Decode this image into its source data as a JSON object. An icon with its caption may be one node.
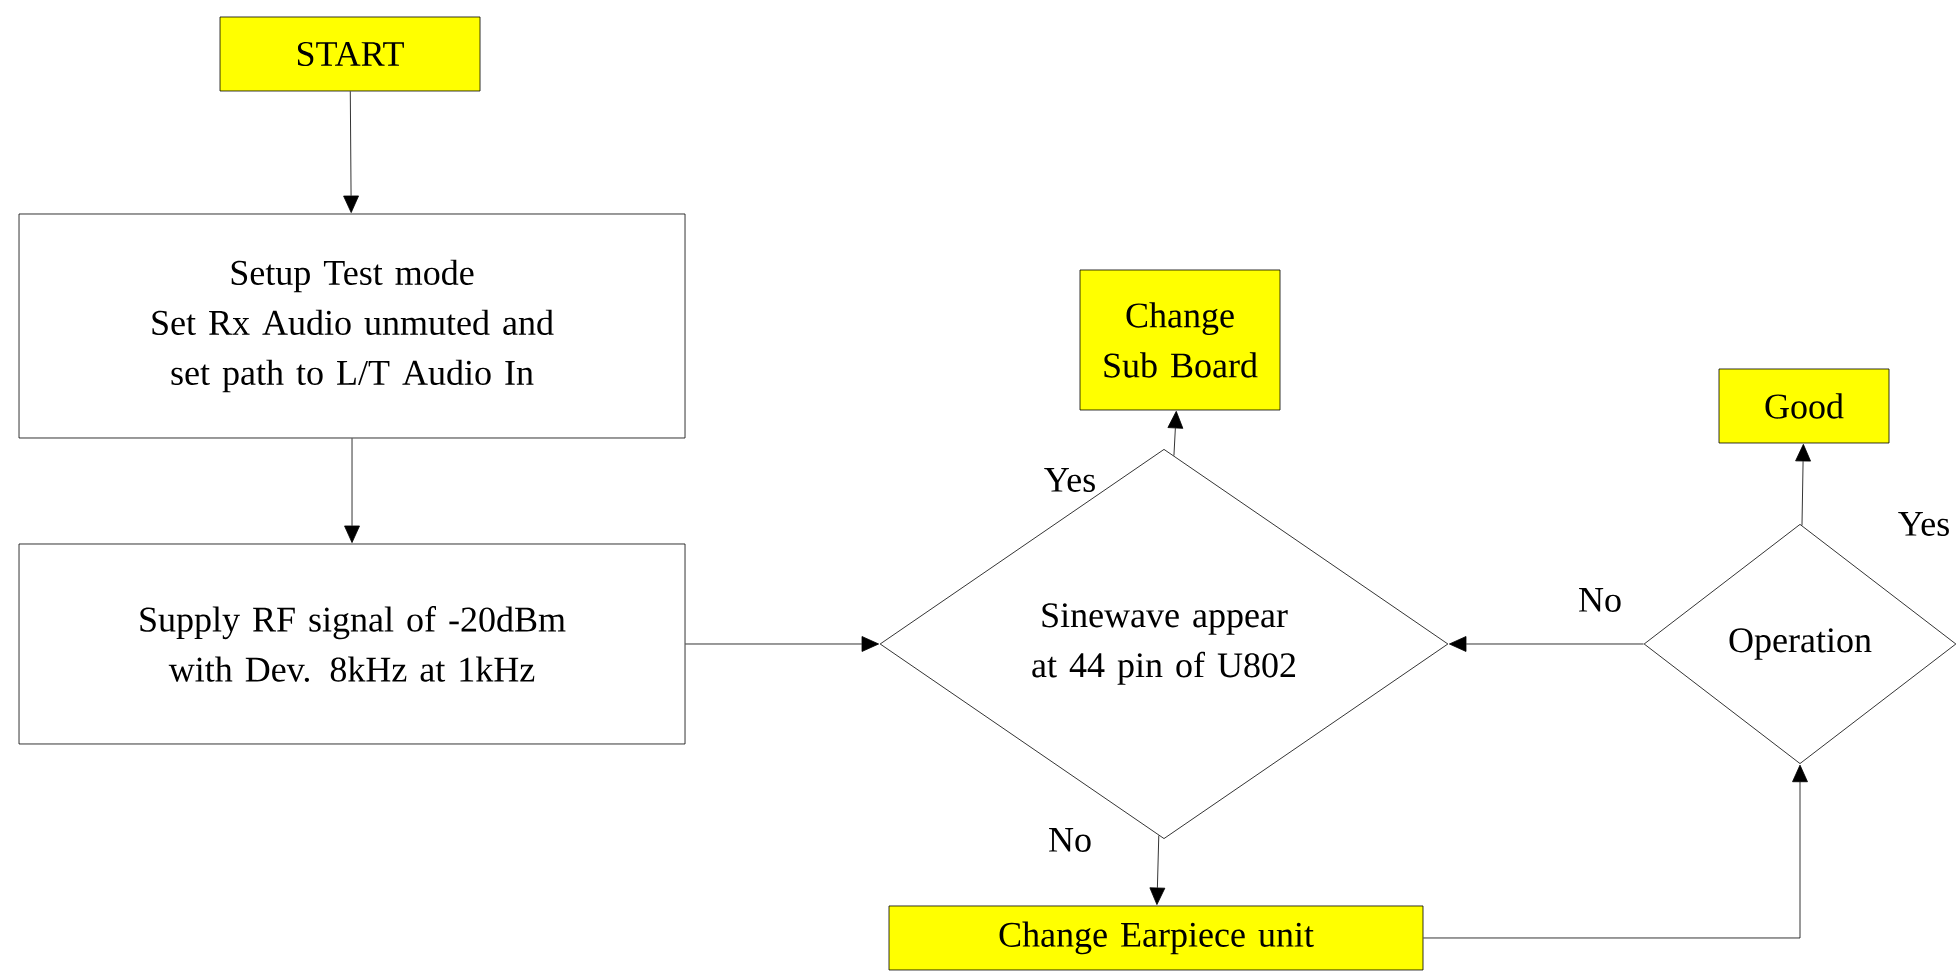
{
  "diagram": {
    "nodes": [
      {
        "text": [
          "START"
        ]
      },
      {
        "text": [
          "Setup Test mode",
          "Set Rx Audio unmuted and set path to L/T Audio In"
        ]
      },
      {
        "text": [
          "Supply RF signal of -20dBm with Dev. 8kHz at 1kHz"
        ]
      },
      {
        "text": [
          "Change Sub Board"
        ]
      },
      {
        "text": [
          "Sinewave appear at 44 pin of U802"
        ]
      },
      {
        "text": [
          "Good"
        ]
      },
      {
        "text": [
          "Operation"
        ]
      },
      {
        "text": [
          "Change Earpiece unit"
        ]
      }
    ],
    "edges": [
      {
        "from": 0,
        "to": 1,
        "arrow": "to"
      },
      {
        "from": 1,
        "to": 2,
        "arrow": "to"
      },
      {
        "from": 2,
        "to": 4,
        "arrow": "to"
      },
      {
        "from": 4,
        "to": 3,
        "arrow": "to",
        "label": "Yes"
      },
      {
        "from": 4,
        "to": 7,
        "arrow": "to",
        "label": "No"
      },
      {
        "from": 6,
        "to": 4,
        "arrow": "to",
        "label": "No"
      },
      {
        "from": 6,
        "to": 5,
        "arrow": "to",
        "label": "Yes"
      },
      {
        "from": 7,
        "to": 6,
        "arrow": "to"
      }
    ]
  }
}
